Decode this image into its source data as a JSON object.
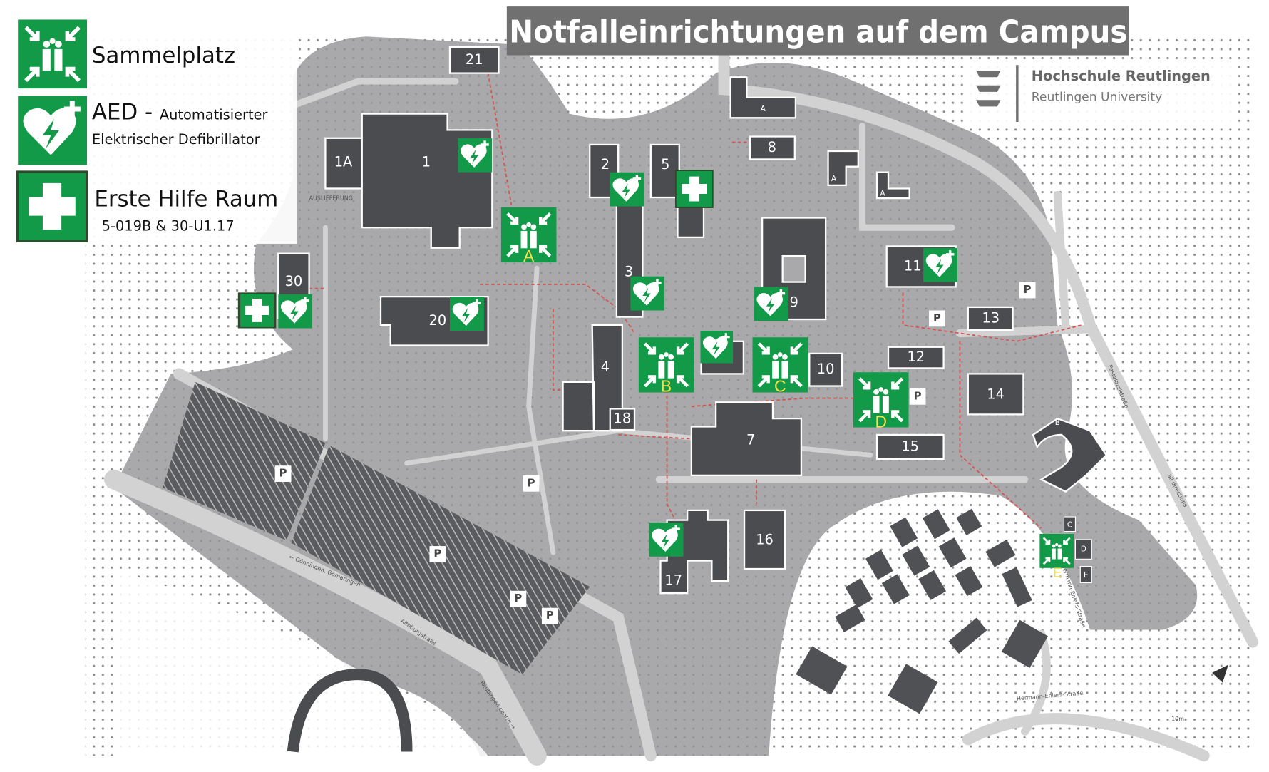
{
  "title": "Notfalleinrichtungen auf dem Campus",
  "legend": {
    "assembly": "Sammelplatz",
    "aed_short": "AED - ",
    "aed_long1": "Automatisierter",
    "aed_long2": "Elektrischer Defibrillator",
    "firstaid": "Erste Hilfe Raum",
    "firstaid_rooms": "5-019B & 30-U1.17"
  },
  "logo": {
    "name": "Hochschule Reutlingen",
    "name_en": "Reutlingen University"
  },
  "colors": {
    "safety_green": "#129a48",
    "assembly_letter": "#f4e04d",
    "building": "#4b4c4f",
    "campus": "#a9a9ab",
    "route": "#d9534f",
    "title_bg": "#707070"
  },
  "buildings": {
    "b21": "21",
    "b1a": "1A",
    "b1": "1",
    "b2": "2",
    "b5": "5",
    "b3": "3",
    "b4": "4",
    "b18": "18",
    "b20": "20",
    "b30": "30",
    "b8": "8",
    "b9": "9",
    "b11": "11",
    "b13": "13",
    "b12": "12",
    "b14": "14",
    "b15": "15",
    "b10": "10",
    "b7": "7",
    "b16": "16",
    "b17": "17",
    "a": "A",
    "b": "B",
    "c": "C",
    "d": "D",
    "e": "E"
  },
  "assembly_points": [
    "A",
    "B",
    "C",
    "D",
    "E"
  ],
  "labels": {
    "delivery": "AUSLIEFERUNG",
    "parking": "P",
    "scale": "10m",
    "street_pestalozzi": "Pestalozzistraße",
    "all_directions": "all directions",
    "street_ehlers": "Hermann-Ehlers-Straße",
    "to_goenningen": "← Gönningen, Gomaringen",
    "street_alteburg": "Alteburgstraße",
    "to_centre": "Reutlingen centre →"
  },
  "icons": [
    "assembly-point-icon",
    "aed-icon",
    "first-aid-icon",
    "wheelchair-icon",
    "parking-icon",
    "north-arrow-icon",
    "lion-crest-icon"
  ]
}
